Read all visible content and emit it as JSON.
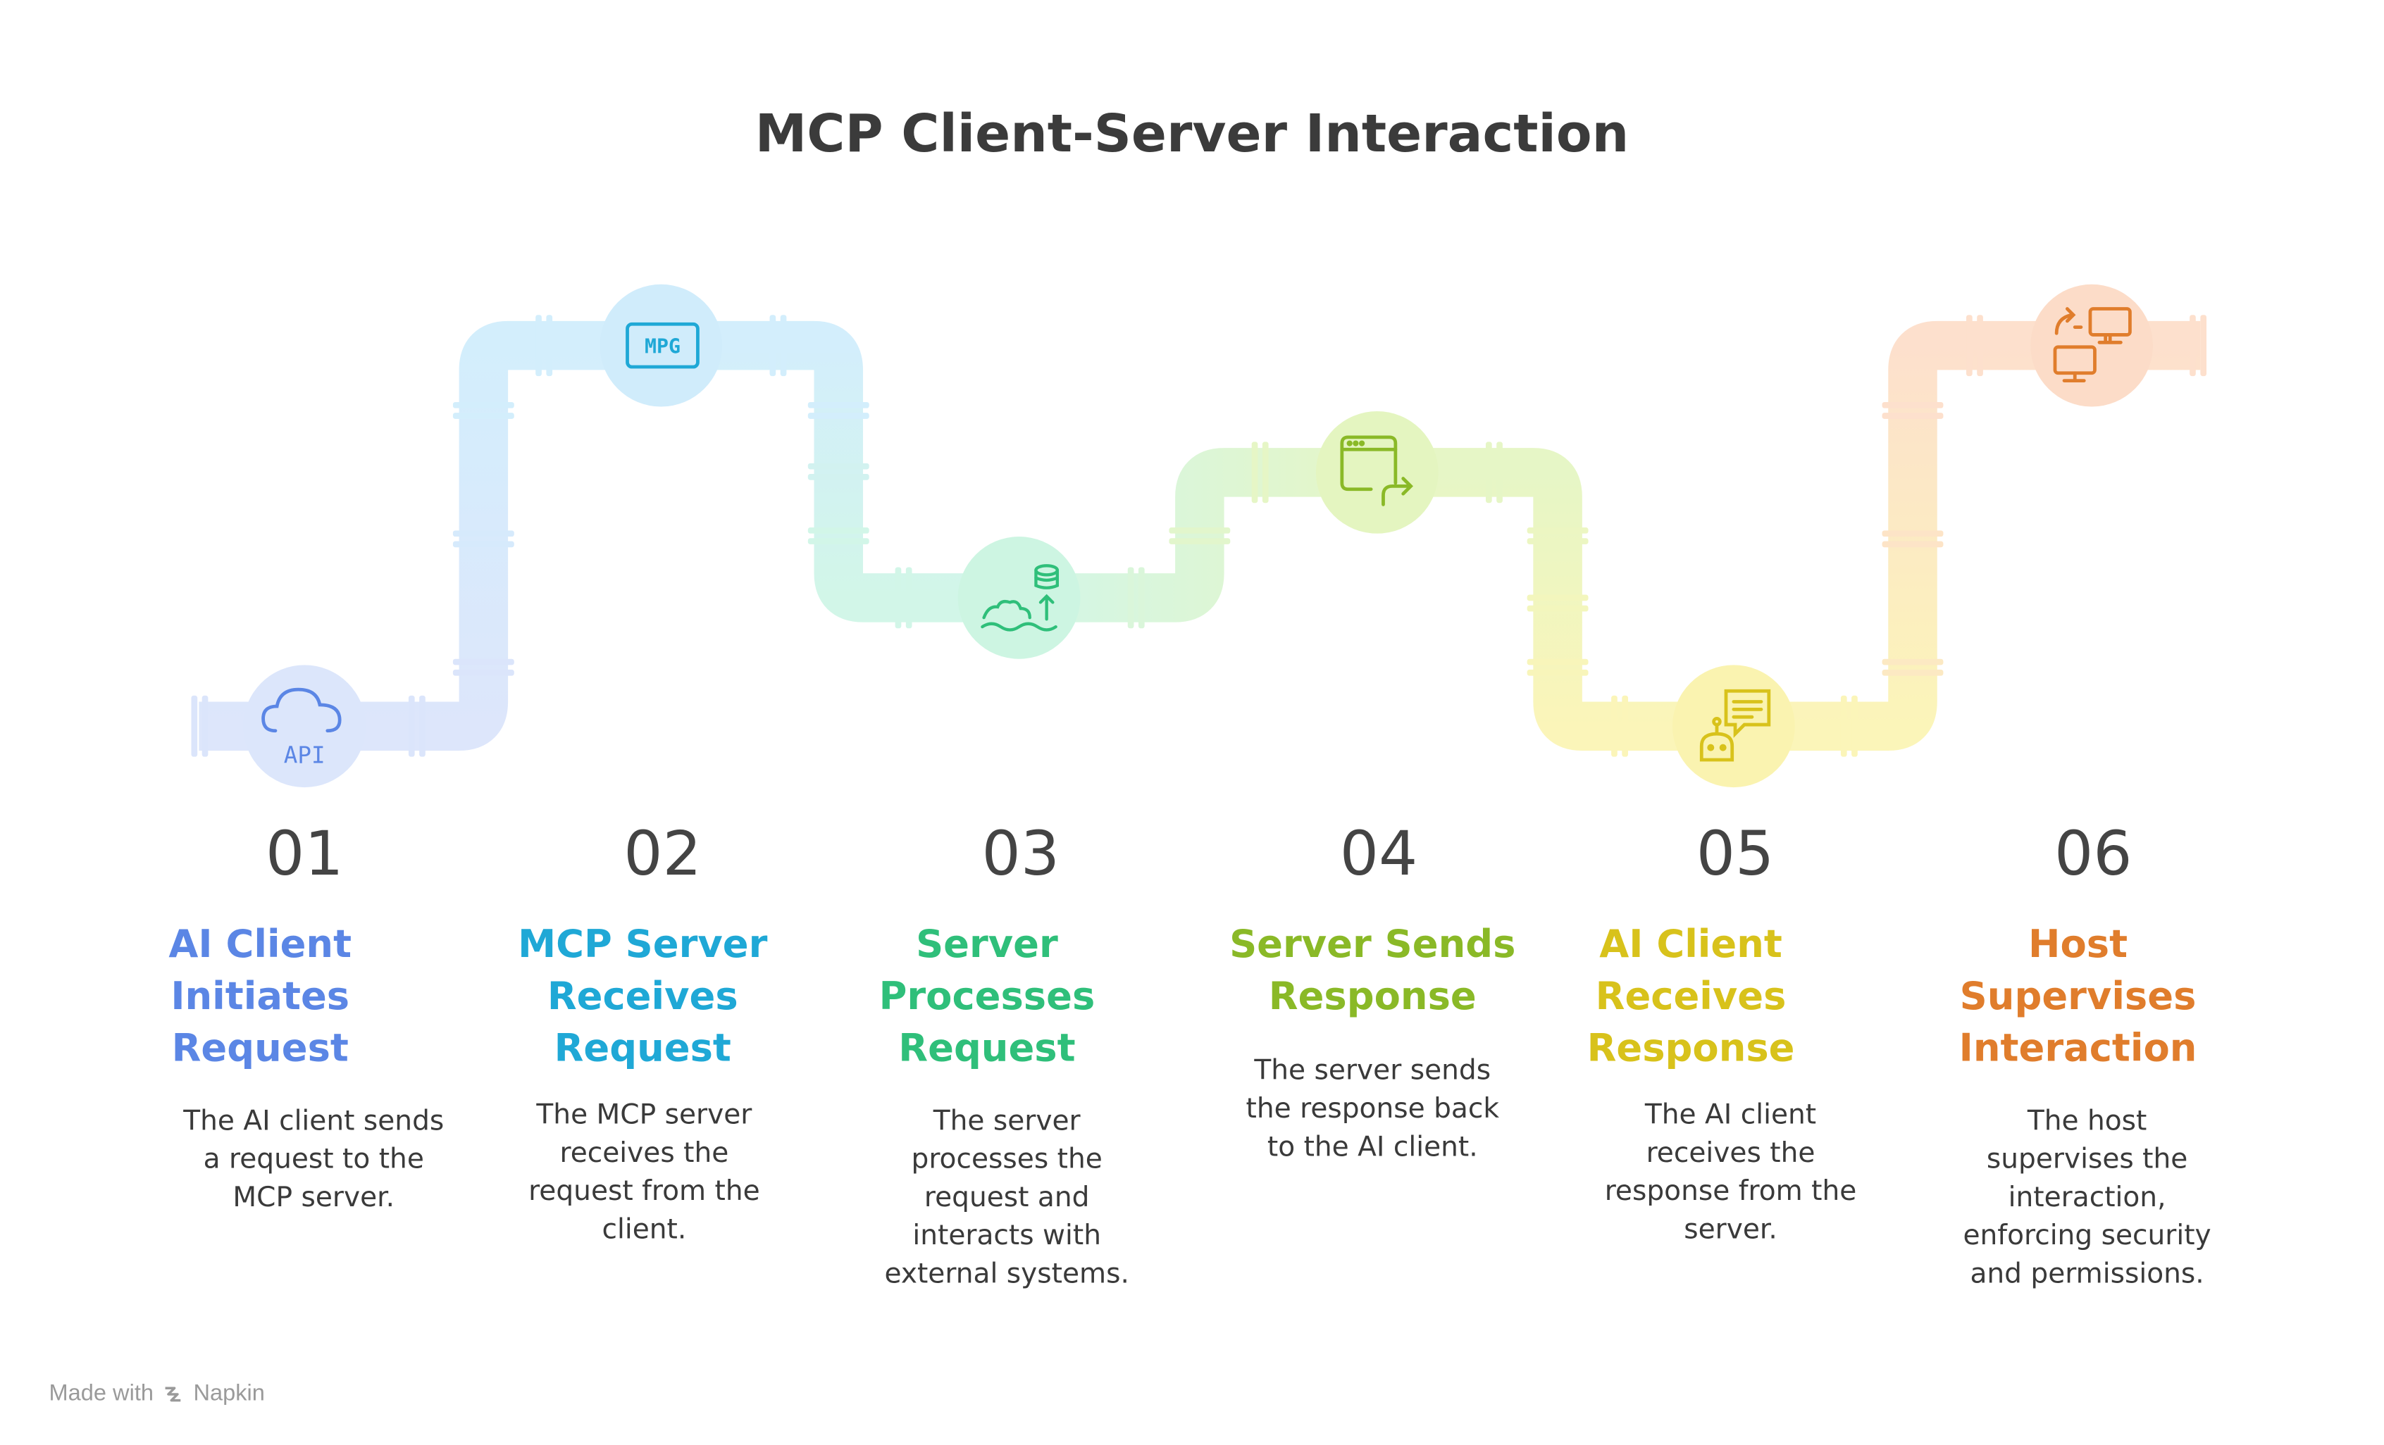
{
  "title": "MCP Client-Server Interaction",
  "footer": {
    "made_with": "Made with",
    "brand": "Napkin"
  },
  "icon_labels": {
    "api": "API",
    "mpg": "MPG"
  },
  "steps": [
    {
      "number": "01",
      "heading": [
        "AI Client",
        "Initiates",
        "Request"
      ],
      "description": [
        "The AI client sends",
        "a request to the",
        "MCP server."
      ],
      "color": "#5b86e5",
      "icon": "cloud-api-icon"
    },
    {
      "number": "02",
      "heading": [
        "MCP Server",
        "Receives",
        "Request"
      ],
      "description": [
        "The MCP server",
        "receives the",
        "request from the",
        "client."
      ],
      "color": "#1fa8d6",
      "icon": "mpg-file-icon"
    },
    {
      "number": "03",
      "heading": [
        "Server",
        "Processes",
        "Request"
      ],
      "description": [
        "The server",
        "processes the",
        "request and",
        "interacts with",
        "external systems."
      ],
      "color": "#2fbf7a",
      "icon": "data-processing-icon"
    },
    {
      "number": "04",
      "heading": [
        "Server Sends",
        "Response"
      ],
      "description": [
        "The server sends",
        "the response back",
        "to the AI client."
      ],
      "color": "#8ab927",
      "icon": "send-window-icon"
    },
    {
      "number": "05",
      "heading": [
        "AI Client",
        "Receives",
        "Response"
      ],
      "description": [
        "The AI client",
        "receives the",
        "response from the",
        "server."
      ],
      "color": "#d8c21b",
      "icon": "robot-chat-icon"
    },
    {
      "number": "06",
      "heading": [
        "Host",
        "Supervises",
        "Interaction"
      ],
      "description": [
        "The host",
        "supervises the",
        "interaction,",
        "enforcing security",
        "and permissions."
      ],
      "color": "#e07d2c",
      "icon": "computers-sync-icon"
    }
  ]
}
